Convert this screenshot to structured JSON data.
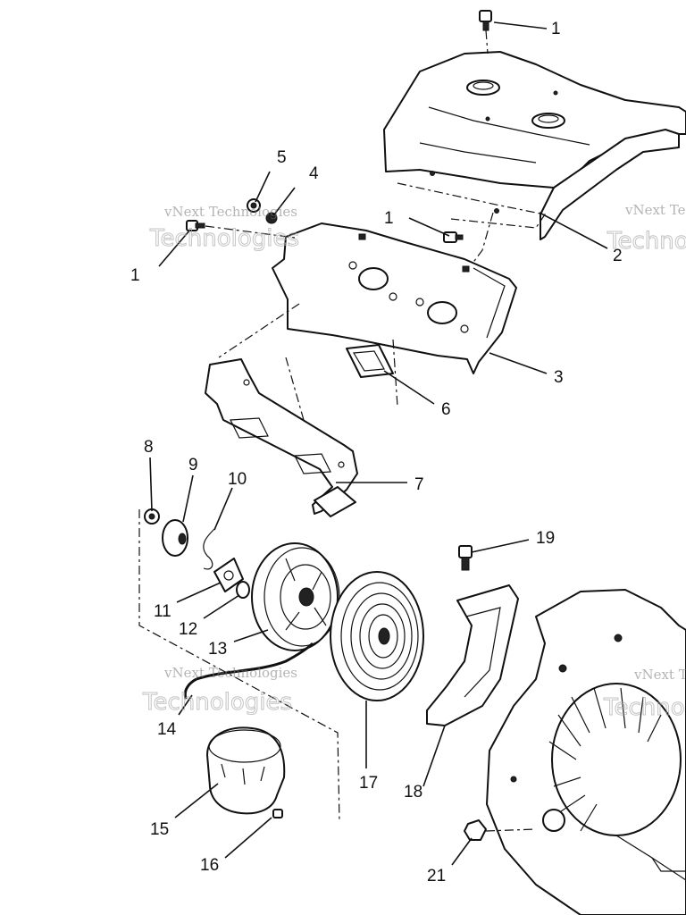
{
  "callouts": {
    "c1a": "1",
    "c1b": "1",
    "c1c": "1",
    "c2": "2",
    "c3": "3",
    "c4": "4",
    "c5": "5",
    "c6": "6",
    "c7": "7",
    "c8": "8",
    "c9": "9",
    "c10": "10",
    "c11": "11",
    "c12": "12",
    "c13": "13",
    "c14": "14",
    "c15": "15",
    "c16": "16",
    "c17": "17",
    "c18": "18",
    "c19": "19",
    "c21": "21"
  },
  "watermark": {
    "line1": "vNext Technologies",
    "line2": "Technologies"
  }
}
